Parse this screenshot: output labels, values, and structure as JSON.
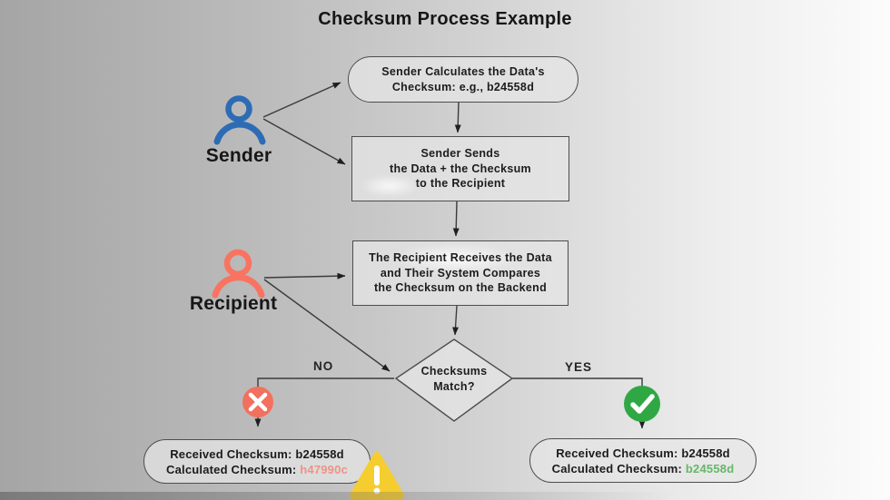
{
  "title": "Checksum Process Example",
  "actors": {
    "sender": "Sender",
    "recipient": "Recipient"
  },
  "nodes": {
    "calc": {
      "lines": [
        "Sender Calculates the Data's",
        "Checksum: e.g., b24558d"
      ]
    },
    "send": {
      "lines": [
        "Sender Sends",
        "the Data + the Checksum",
        "to the Recipient"
      ]
    },
    "receive": {
      "lines": [
        "The Recipient Receives the Data",
        "and Their System Compares",
        "the Checksum on the Backend"
      ]
    },
    "decision": {
      "lines": [
        "Checksums",
        "Match?"
      ]
    }
  },
  "branches": {
    "no_label": "NO",
    "yes_label": "YES"
  },
  "results": {
    "mismatch": {
      "received": "Received Checksum: b24558d",
      "calculated_label": "Calculated Checksum:",
      "calculated_value": "h47990c"
    },
    "match": {
      "received": "Received Checksum: b24558d",
      "calculated_label": "Calculated Checksum:",
      "calculated_value": "b24558d"
    }
  },
  "icons": {
    "sender": "person-icon",
    "recipient": "person-icon",
    "no_badge": "x-circle-icon",
    "yes_badge": "check-circle-icon",
    "mismatch_warning": "warning-triangle-icon"
  },
  "colors": {
    "sender_icon": "#2d6cb5",
    "recipient_icon": "#f87461",
    "x_badge": "#f3705e",
    "check_badge": "#2fa844",
    "warning": "#f6cd2e",
    "fail_value_text": "#ef9288",
    "success_value_text": "#66b76a"
  }
}
